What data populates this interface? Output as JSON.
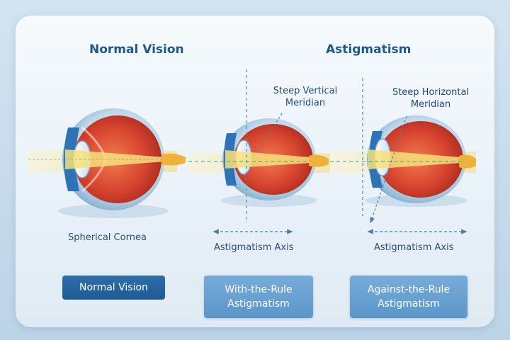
{
  "headings": {
    "normal": "Normal Vision",
    "astigmatism": "Astigmatism"
  },
  "callouts": {
    "vertical": "Steep Vertical\nMeridian",
    "horizontal": "Steep Horizontal\nMeridian"
  },
  "labels": {
    "spherical_cornea": "Spherical Cornea",
    "axis_middle": "Astigmatism Axis",
    "axis_right": "Astigmatism Axis"
  },
  "buttons": {
    "normal": "Normal Vision",
    "with_rule": "With-the-Rule\nAstigmatism",
    "against_rule": "Against-the-Rule\nAstigmatism"
  },
  "colors": {
    "heading": "#1d5a8a",
    "dark_button": "#2163a0",
    "light_button": "#6aa2d3",
    "eye_red": "#d8452f",
    "light_beam": "#f5d86a"
  }
}
